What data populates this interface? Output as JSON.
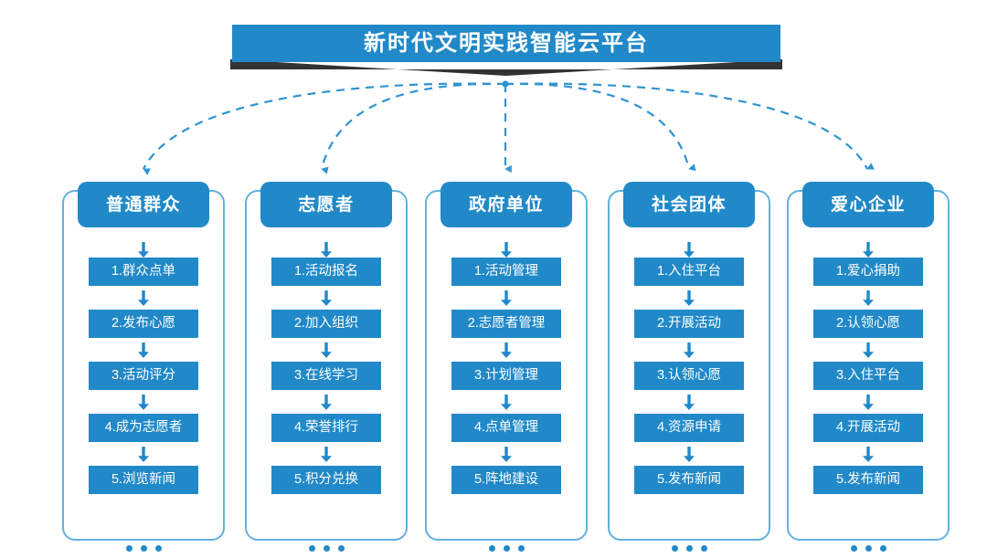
{
  "banner": {
    "title": "新时代文明实践智能云平台",
    "bar_color": "#2189c8",
    "ribbon_color": "#333333"
  },
  "theme": {
    "accent": "#2189c8",
    "frame_border": "#63b1dc",
    "connector": "#2e94d2",
    "text_on_accent": "#ffffff"
  },
  "ellipsis": "• • •",
  "columns": [
    {
      "header": "普通群众",
      "steps": [
        "1.群众点单",
        "2.发布心愿",
        "3.活动评分",
        "4.成为志愿者",
        "5.浏览新闻"
      ]
    },
    {
      "header": "志愿者",
      "steps": [
        "1.活动报名",
        "2.加入组织",
        "3.在线学习",
        "4.荣誉排行",
        "5.积分兑换"
      ]
    },
    {
      "header": "政府单位",
      "steps": [
        "1.活动管理",
        "2.志愿者管理",
        "3.计划管理",
        "4.点单管理",
        "5.阵地建设"
      ]
    },
    {
      "header": "社会团体",
      "steps": [
        "1.入住平台",
        "2.开展活动",
        "3.认领心愿",
        "4.资源申请",
        "5.发布新闻"
      ]
    },
    {
      "header": "爱心企业",
      "steps": [
        "1.爱心捐助",
        "2.认领心愿",
        "3.入住平台",
        "4.开展活动",
        "5.发布新闻"
      ]
    }
  ]
}
